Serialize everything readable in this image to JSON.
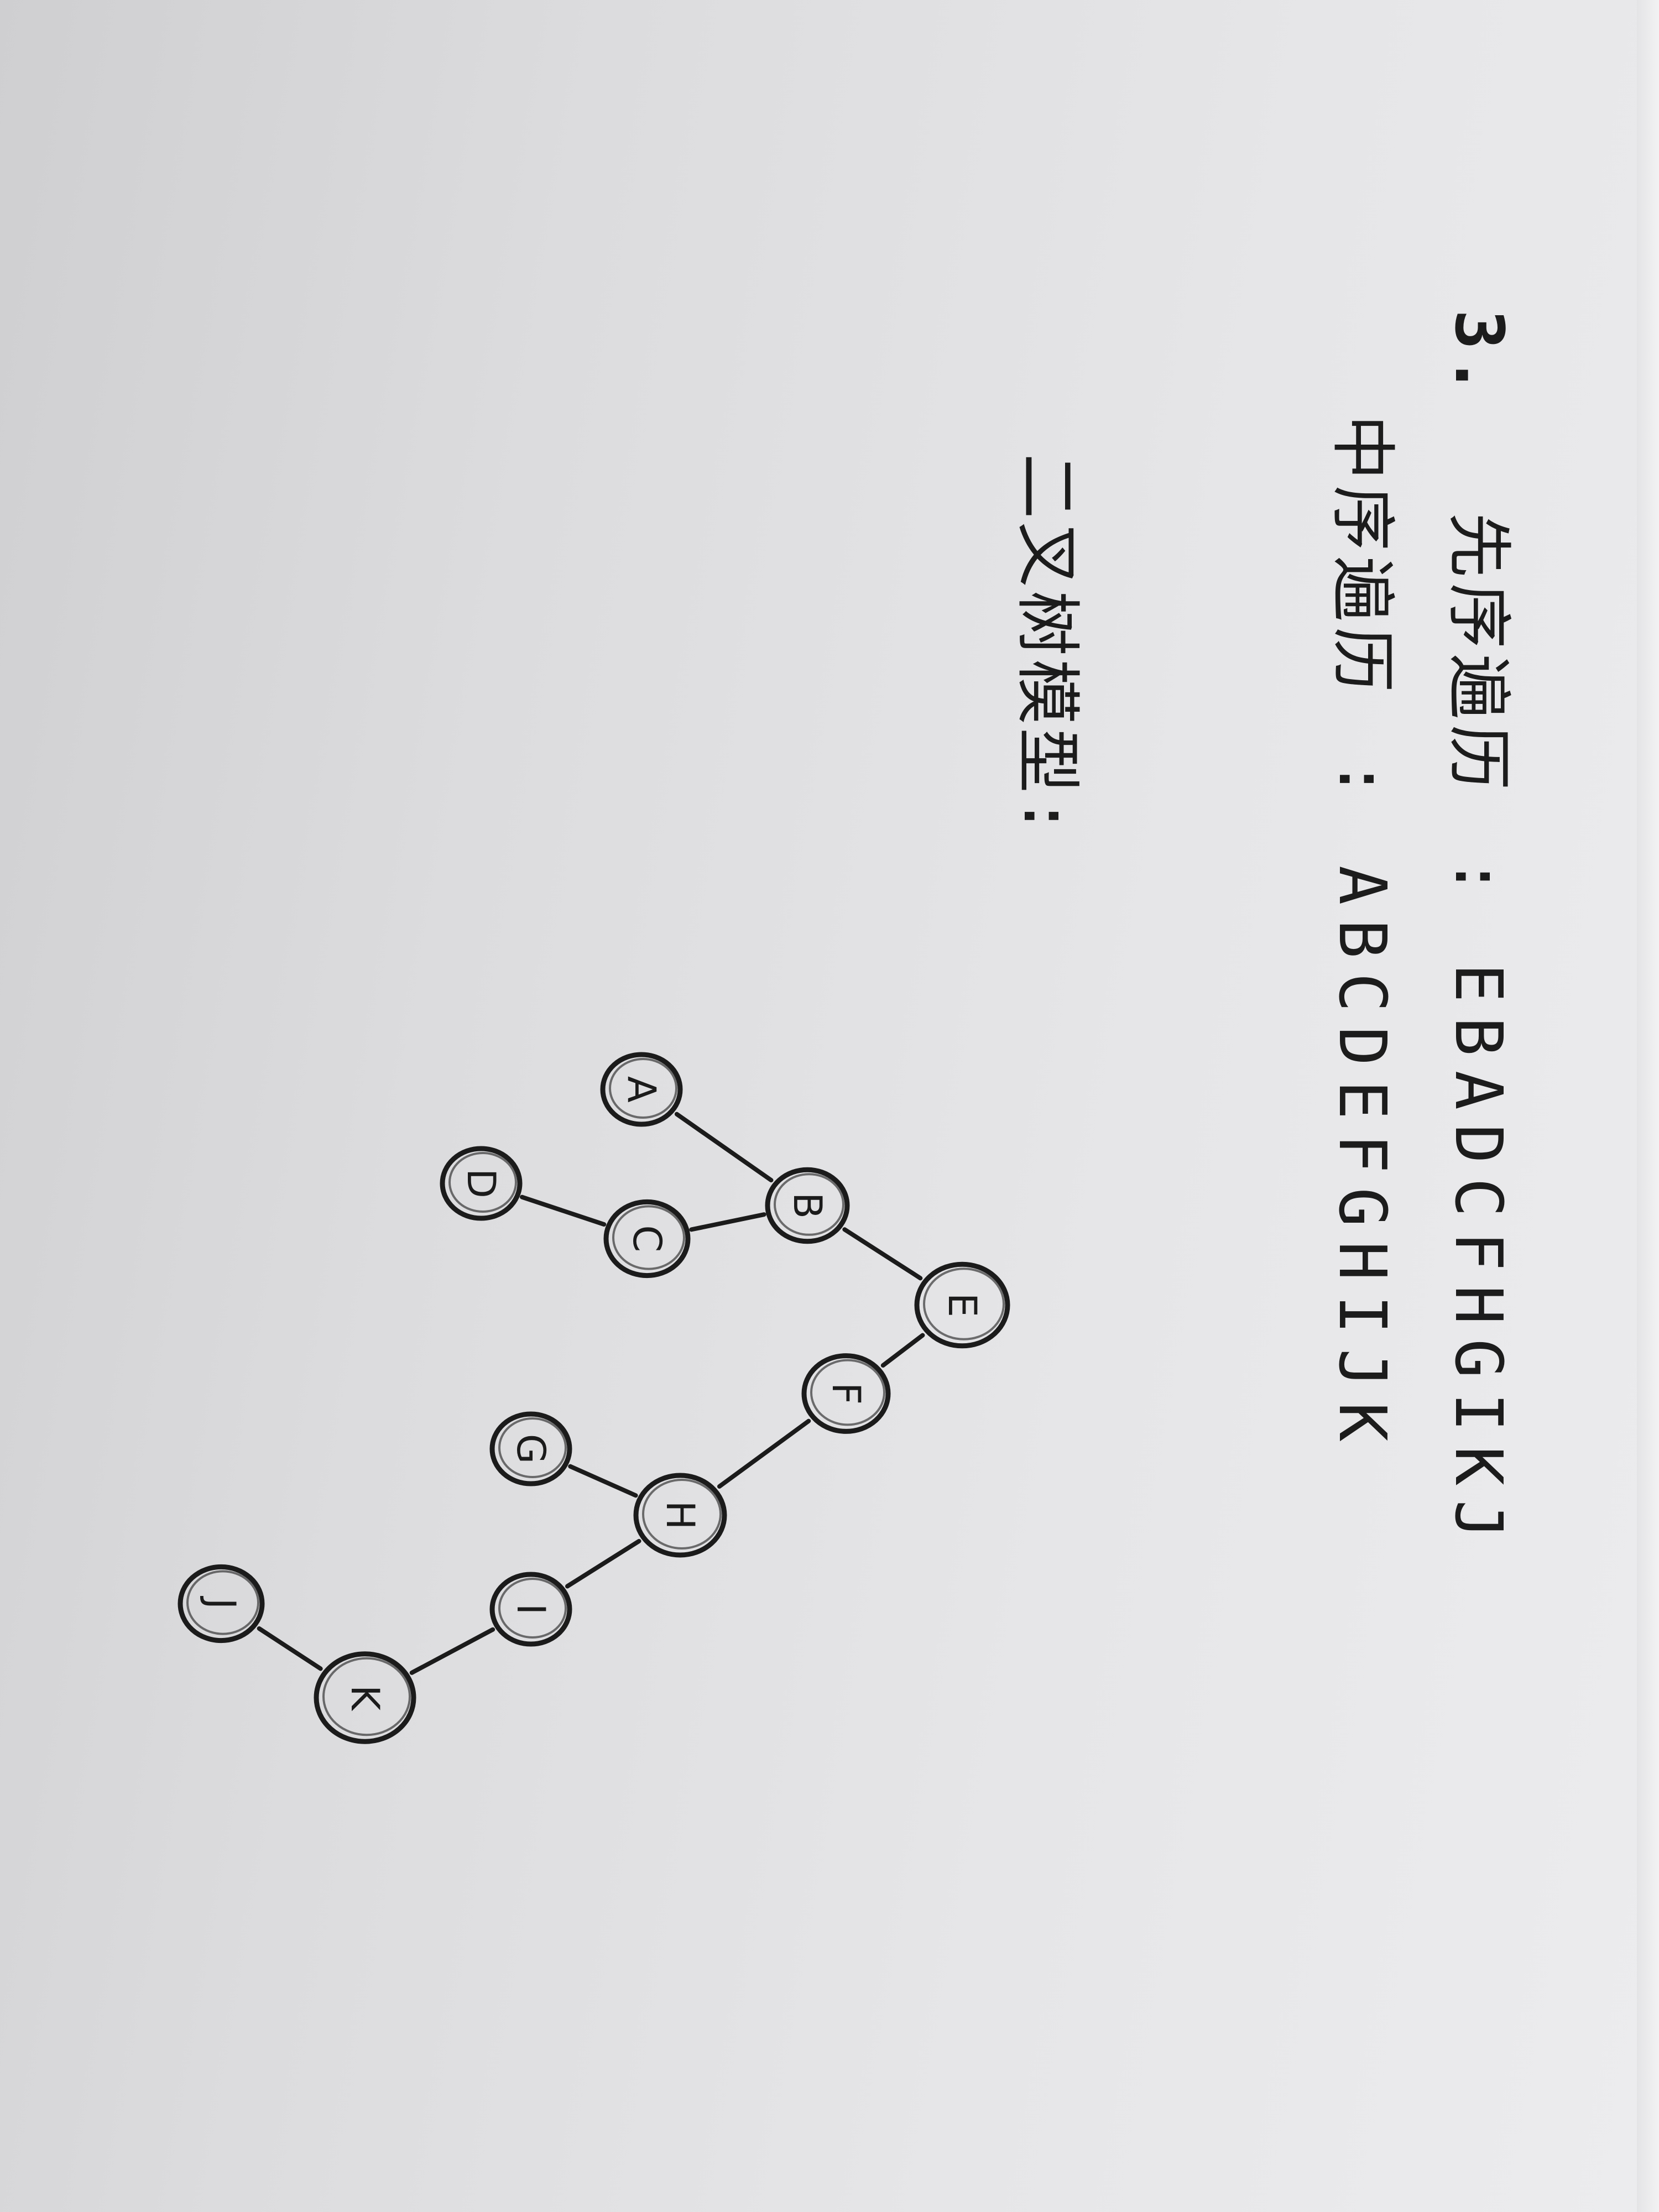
{
  "problem": {
    "number": "3.",
    "preorder_label": "先序遍历",
    "preorder_colon": ":",
    "preorder_sequence": "EBADCFHGIKJ",
    "inorder_label": "中序遍历",
    "inorder_colon": ":",
    "inorder_sequence": "ABCDEFGHIJK",
    "model_label": "二叉树模型:"
  },
  "tree": {
    "nodes": [
      "E",
      "B",
      "A",
      "C",
      "D",
      "F",
      "H",
      "G",
      "I",
      "K",
      "J"
    ],
    "edges": [
      [
        "E",
        "B"
      ],
      [
        "B",
        "A"
      ],
      [
        "B",
        "C"
      ],
      [
        "C",
        "D"
      ],
      [
        "E",
        "F"
      ],
      [
        "F",
        "H"
      ],
      [
        "H",
        "G"
      ],
      [
        "H",
        "I"
      ],
      [
        "I",
        "K"
      ],
      [
        "K",
        "J"
      ]
    ]
  }
}
